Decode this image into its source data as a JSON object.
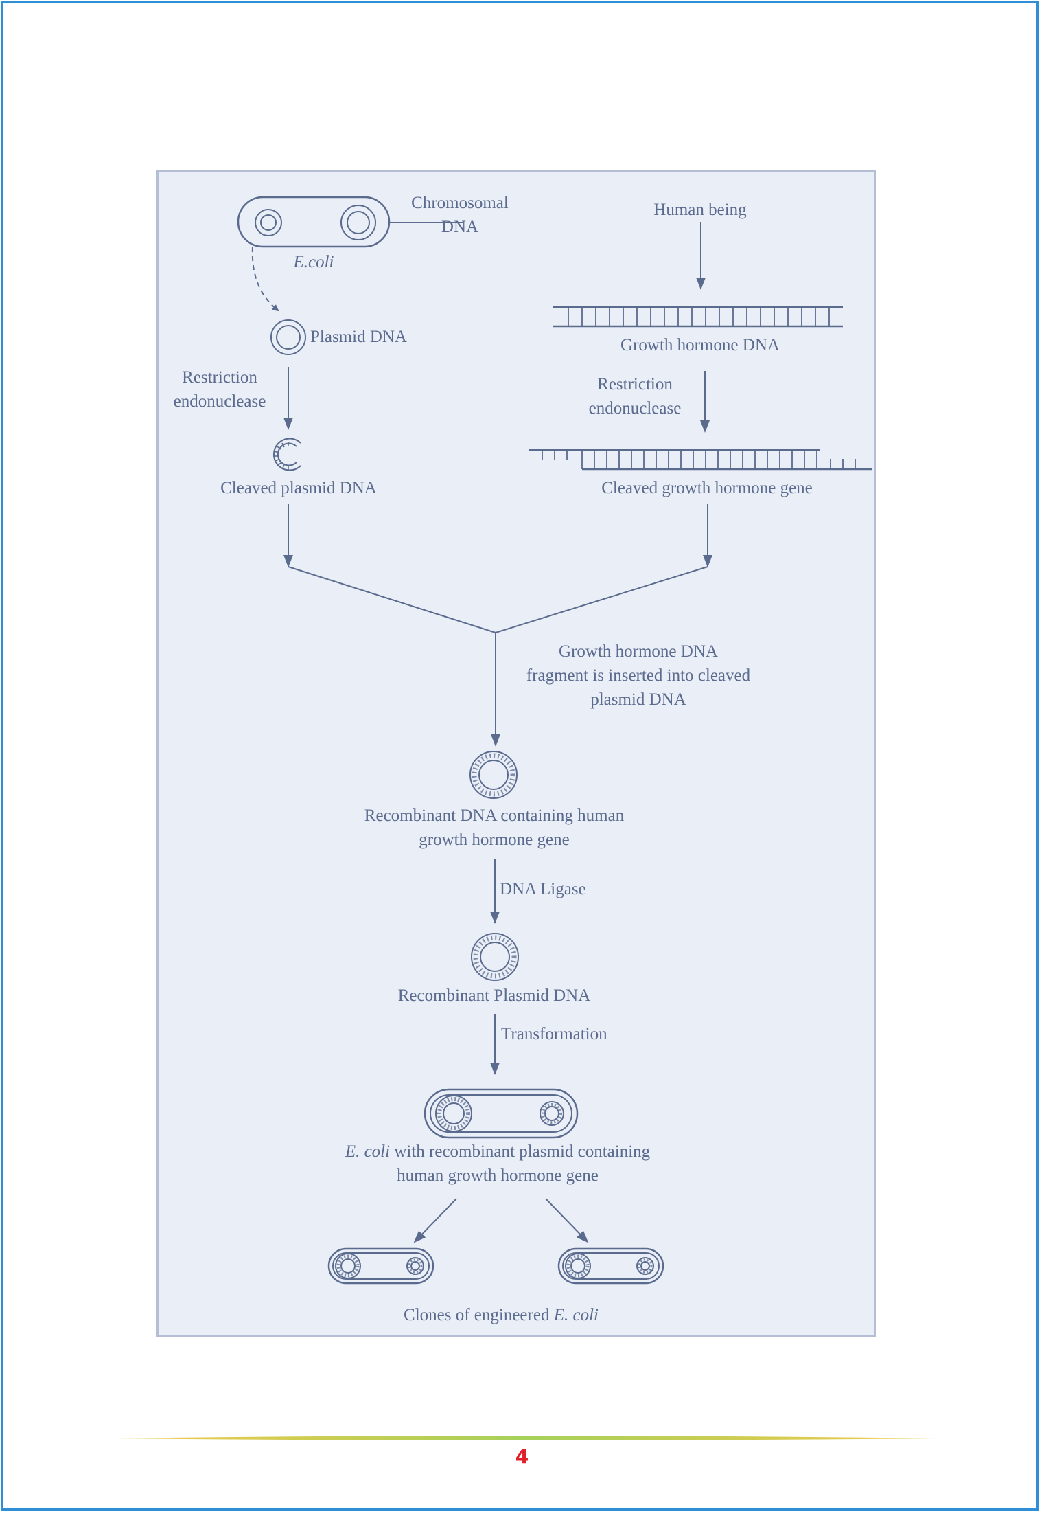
{
  "labels": {
    "chromosomal_dna_1": "Chromosomal",
    "chromosomal_dna_2": "DNA",
    "ecoli": "E.coli",
    "plasmid_dna": "Plasmid DNA",
    "human_being": "Human being",
    "growth_hormone_dna": "Growth hormone DNA",
    "restriction_left_1": "Restriction",
    "restriction_left_2": "endonuclease",
    "restriction_right_1": "Restriction",
    "restriction_right_2": "endonuclease",
    "cleaved_plasmid": "Cleaved plasmid DNA",
    "cleaved_gene": "Cleaved growth hormone gene",
    "insert_1": "Growth hormone DNA",
    "insert_2": "fragment is inserted into cleaved",
    "insert_3": "plasmid DNA",
    "recomb_dna_1": "Recombinant DNA containing human",
    "recomb_dna_2": "growth hormone gene",
    "dna_ligase": "DNA Ligase",
    "recomb_plasmid": "Recombinant Plasmid DNA",
    "transformation": "Transformation",
    "ecoli_recomb_italic": "E. coli",
    "ecoli_recomb_rest": " with recombinant plasmid containing",
    "ecoli_recomb_2": "human growth hormone gene",
    "clones_text": "Clones of engineered ",
    "clones_italic": "E. coli"
  },
  "page_number": "4",
  "colors": {
    "frame": "#2f8fd6",
    "panel": "#e9eef7",
    "ink": "#5b6b8e",
    "page_number": "#e0202a",
    "footer_line_left": "#f2c94c",
    "footer_line_mid": "#a6d15a"
  }
}
